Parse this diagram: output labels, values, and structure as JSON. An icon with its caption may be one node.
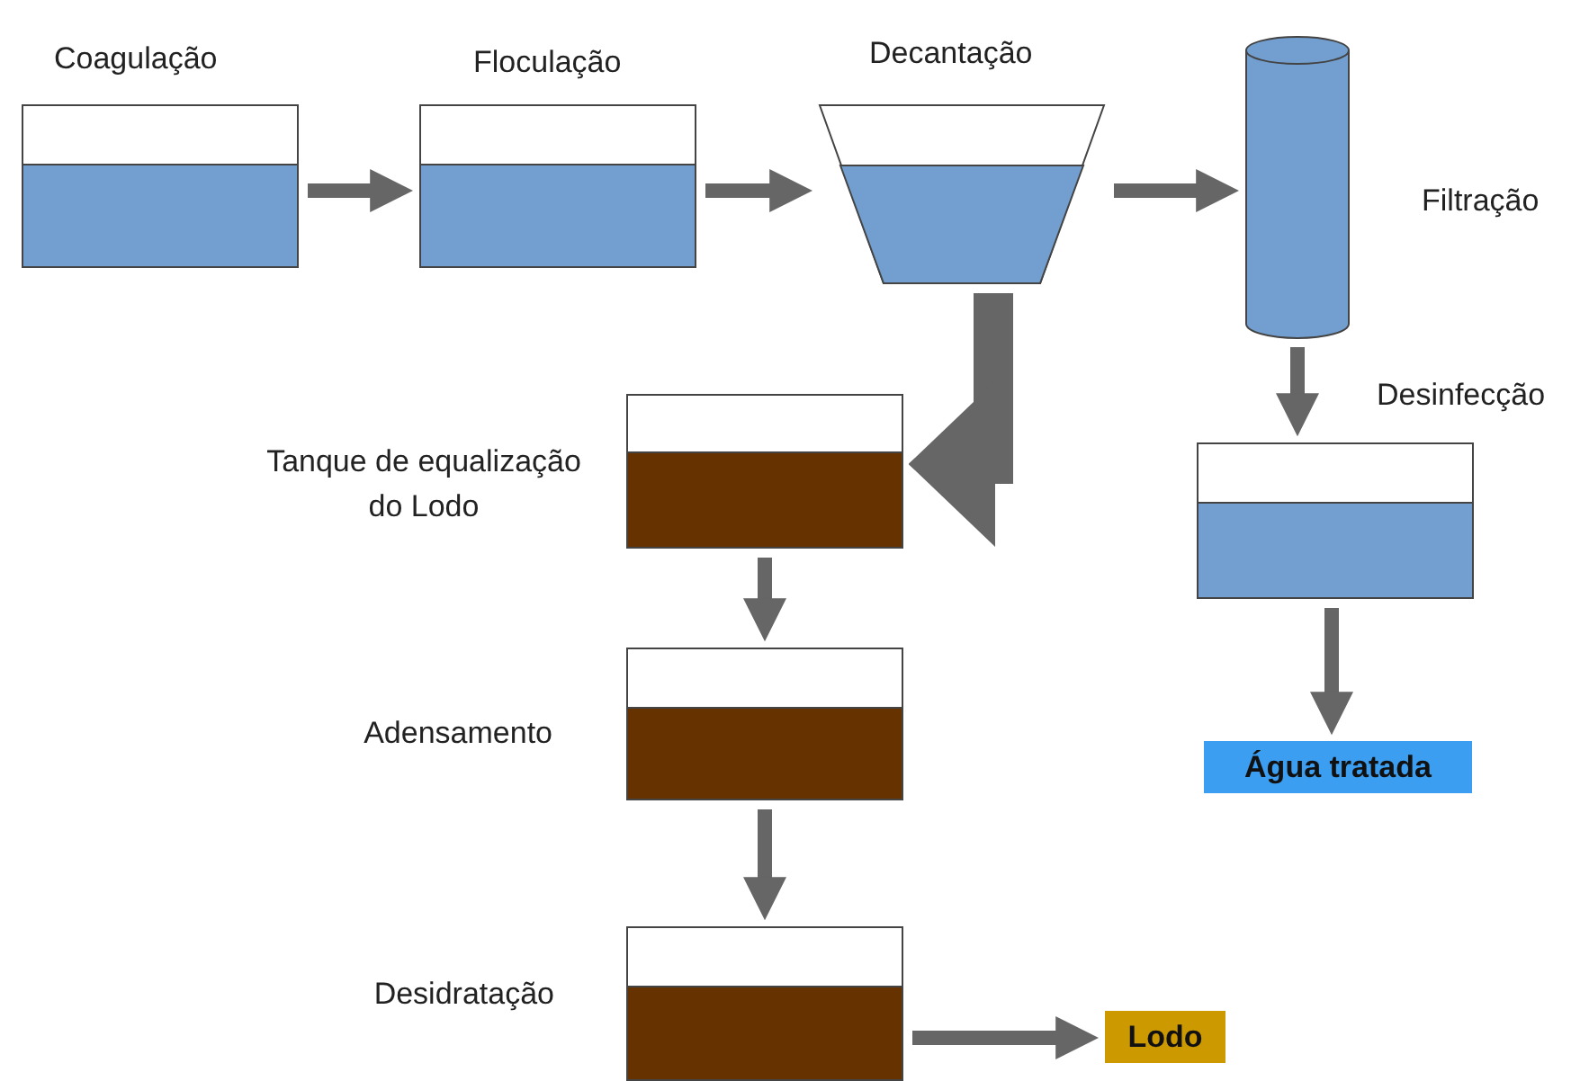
{
  "diagram": {
    "nodes": [
      {
        "text": [
          "Coagulação"
        ]
      },
      {
        "text": [
          "Floculação"
        ]
      },
      {
        "text": [
          "Decantação"
        ]
      },
      {
        "text": [
          "Filtração"
        ]
      },
      {
        "text": [
          "Desinfecção"
        ]
      },
      {
        "text": [
          "Água tratada"
        ]
      },
      {
        "text": [
          "Tanque de equalização do Lodo"
        ]
      },
      {
        "text": [
          "Adensamento"
        ]
      },
      {
        "text": [
          "Desidratação"
        ]
      },
      {
        "text": [
          "Lodo"
        ]
      }
    ],
    "edges": [
      {
        "from": 0,
        "to": 1,
        "arrow": "to"
      },
      {
        "from": 1,
        "to": 2,
        "arrow": "to"
      },
      {
        "from": 2,
        "to": 3,
        "arrow": "to"
      },
      {
        "from": 3,
        "to": 4,
        "arrow": "to"
      },
      {
        "from": 4,
        "to": 5,
        "arrow": "to"
      },
      {
        "from": 2,
        "to": 6,
        "arrow": "to",
        "style": "thick"
      },
      {
        "from": 6,
        "to": 7,
        "arrow": "to"
      },
      {
        "from": 7,
        "to": 8,
        "arrow": "to"
      },
      {
        "from": 8,
        "to": 9,
        "arrow": "to"
      }
    ]
  }
}
